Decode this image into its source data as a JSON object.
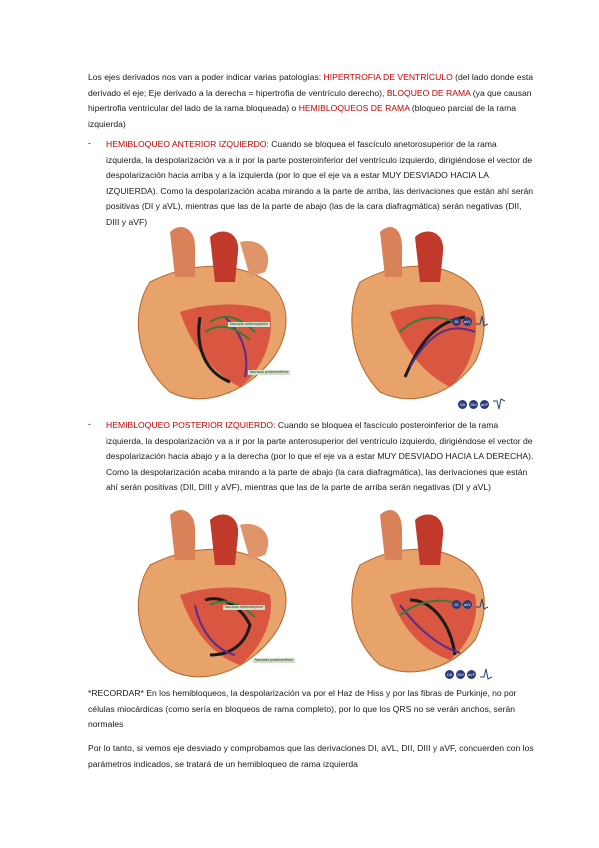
{
  "intro": {
    "t1": "Los ejes derivados nos van a poder indicar varias patologías: ",
    "t2": "HIPERTROFIA DE VENTRÍCULO",
    "t3": " (del lado donde esta derivado el eje; Eje derivado a la derecha = hipertrofia de ventrículo derecho), ",
    "t4": "BLOQUEO DE RAMA",
    "t5": " (ya que causan hipertrofia ventricular del lado de la rama bloqueada) o ",
    "t6": "HEMIBLOQUEOS DE RAMA",
    "t7": " (bloqueo parcial de la rama izquierda)"
  },
  "bullet_marker": "-",
  "anterior": {
    "heading": "HEMIBLOQUEO ANTERIOR IZQUIERDO:",
    "body": " Cuando se bloquea el fascículo anetorosuperior de la rama izquierda, la despolarización va a ir por la parte posteroinferior del ventrículo izquierdo, dirigiéndose el vector de despolarización hacia arriba y a la izquierda (por lo que el eje va a estar MUY DESVIADO HACIA LA IZQUIERDA). Como la despolarización acaba mirando a la parte de arriba, las derivaciones que están ahí serán positivas (DI y aVL), mientras que las de la parte de abajo (las de la cara diafragmática) serán negativas (DII, DIII y aVF)"
  },
  "posterior": {
    "heading": "HEMIBLOQUEO POSTERIOR IZQUIERDO:",
    "body": " Cuando se bloquea el fascículo posteroinferior de la rama izquierda, la despolarización va a ir por la parte anterosuperior del ventrículo izquierdo, dirigiéndose el vector de despolarización hacia abajo y a la derecha (por lo que el eje va a estar MUY DESVIADO HACIA LA DERECHA). Como la despolarización acaba mirando a la parte de abajo (la cara diafragmática), las derivaciones que están ahí serán positivas (DII, DIII y aVF), mientras que las de la parte de arriba serán negativas (DI y aVL)"
  },
  "figure_labels": {
    "fasc_sup": "fascículo anterosuperior",
    "fasc_inf": "fascículo posteroinferior",
    "lead_di": "DI",
    "lead_avl": "aVL",
    "lead_dii": "DII",
    "lead_diii": "DIII",
    "lead_avf": "aVF"
  },
  "recordar": "*RECORDAR* En los hemibloqueos, la despolarización va por el Haz de Hiss y por las fibras de Purkinje, no por células miocárdicas (como sería en bloqueos de rama completo), por lo que los QRS no se verán anchos, serán normales",
  "conclusion": "Por lo tanto, si vemos eje desviado y comprobamos que las derivaciones DI, aVL, DII, DIII y aVF, concuerden con los parámetros indicados, se tratará de un hemibloqueo de rama izquierda",
  "colors": {
    "accent_red": "#c00000",
    "lead_circle": "#2a3a7a",
    "label_bg": "#cfe0c8"
  }
}
